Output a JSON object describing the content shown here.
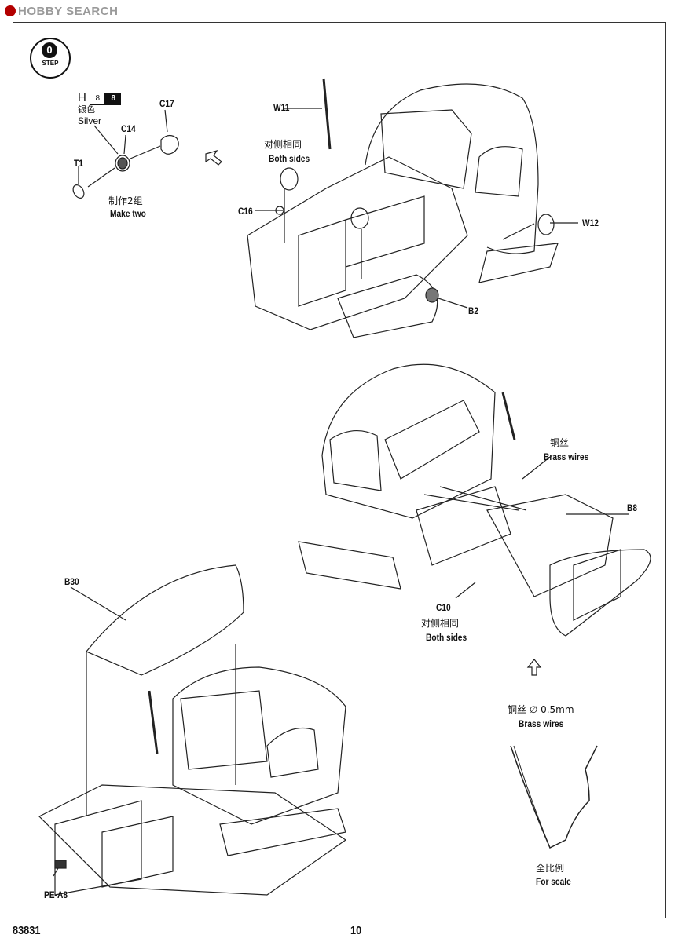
{
  "watermark": "HOBBY SEARCH",
  "step": {
    "number": "0",
    "word": "STEP"
  },
  "paint": {
    "letter": "H",
    "code_outline": "8",
    "code_filled": "8",
    "color_cn": "银色",
    "color_en": "Silver"
  },
  "parts": {
    "t1": "T1",
    "c14": "C14",
    "c17": "C17",
    "w11": "W11",
    "w12": "W12",
    "c16": "C16",
    "b2": "B2",
    "b8": "B8",
    "c10": "C10",
    "b30": "B30",
    "pe_a8": "PE-A8"
  },
  "notes": {
    "make_two_cn": "制作2组",
    "make_two_en": "Make two",
    "both_sides_cn_1": "对侧相同",
    "both_sides_en_1": "Both sides",
    "brass_cn_1": "铜丝",
    "brass_en_1": "Brass wires",
    "both_sides_cn_2": "对侧相同",
    "both_sides_en_2": "Both sides",
    "brass_cn_2": "铜丝 ∅ 0.5mm",
    "brass_en_2": "Brass wires",
    "scale_cn": "全比例",
    "scale_en": "For scale"
  },
  "footer": {
    "kit_number": "83831",
    "page_number": "10"
  }
}
